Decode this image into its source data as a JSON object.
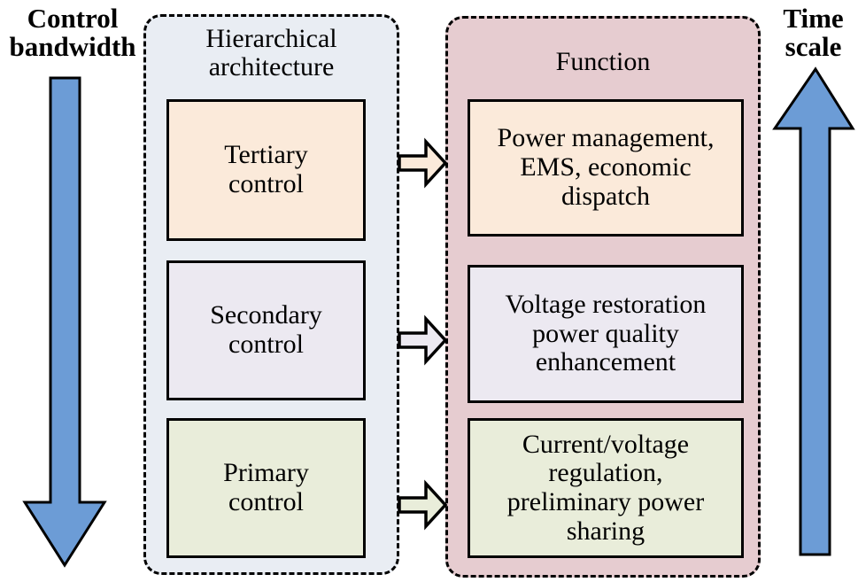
{
  "labels": {
    "control_bandwidth": "Control\nbandwidth",
    "time_scale": "Time\nscale"
  },
  "architecture_panel": {
    "title": "Hierarchical\narchitecture",
    "levels": [
      {
        "name": "tertiary-control",
        "label": "Tertiary\ncontrol",
        "color": "#FBEADA"
      },
      {
        "name": "secondary-control",
        "label": "Secondary\ncontrol",
        "color": "#ECE9F1"
      },
      {
        "name": "primary-control",
        "label": "Primary\ncontrol",
        "color": "#E9EDDA"
      }
    ]
  },
  "function_panel": {
    "title": "Function",
    "items": [
      {
        "name": "tertiary-function",
        "label": "Power management,\nEMS, economic\ndispatch",
        "color": "#FBEADA"
      },
      {
        "name": "secondary-function",
        "label": "Voltage restoration\npower quality\nenhancement",
        "color": "#ECE9F1"
      },
      {
        "name": "primary-function",
        "label": "Current/voltage\nregulation,\npreliminary power\nsharing",
        "color": "#E9EDDA"
      }
    ]
  },
  "colors": {
    "arrow_blue": "#6C9CD6",
    "arrow_outline": "#000000",
    "architecture_panel_bg": "#E9EDF3",
    "function_panel_bg": "#E6CCD0",
    "box_border": "#000000"
  }
}
